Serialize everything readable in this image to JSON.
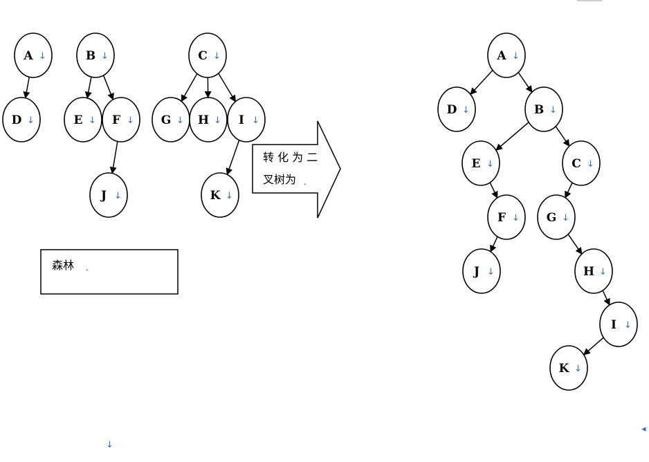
{
  "forest": {
    "nodes": [
      {
        "id": "A",
        "label": "A"
      },
      {
        "id": "D",
        "label": "D"
      },
      {
        "id": "B",
        "label": "B"
      },
      {
        "id": "E",
        "label": "E"
      },
      {
        "id": "F",
        "label": "F"
      },
      {
        "id": "J",
        "label": "J"
      },
      {
        "id": "C",
        "label": "C"
      },
      {
        "id": "G",
        "label": "G"
      },
      {
        "id": "H",
        "label": "H"
      },
      {
        "id": "I",
        "label": "I"
      },
      {
        "id": "K",
        "label": "K"
      }
    ],
    "edges": [
      [
        "A",
        "D"
      ],
      [
        "B",
        "E"
      ],
      [
        "B",
        "F"
      ],
      [
        "F",
        "J"
      ],
      [
        "C",
        "G"
      ],
      [
        "C",
        "H"
      ],
      [
        "C",
        "I"
      ],
      [
        "I",
        "K"
      ]
    ],
    "caption": "森林"
  },
  "arrow_label": {
    "line1": "转 化 为 二",
    "line2": "叉树为"
  },
  "binary_tree": {
    "nodes": [
      {
        "id": "A",
        "label": "A"
      },
      {
        "id": "D",
        "label": "D"
      },
      {
        "id": "B",
        "label": "B"
      },
      {
        "id": "E",
        "label": "E"
      },
      {
        "id": "C",
        "label": "C"
      },
      {
        "id": "F",
        "label": "F"
      },
      {
        "id": "G",
        "label": "G"
      },
      {
        "id": "J",
        "label": "J"
      },
      {
        "id": "H",
        "label": "H"
      },
      {
        "id": "I",
        "label": "I"
      },
      {
        "id": "K",
        "label": "K"
      }
    ],
    "edges": [
      [
        "A",
        "D"
      ],
      [
        "A",
        "B"
      ],
      [
        "B",
        "E"
      ],
      [
        "B",
        "C"
      ],
      [
        "E",
        "F"
      ],
      [
        "C",
        "G"
      ],
      [
        "F",
        "J"
      ],
      [
        "G",
        "H"
      ],
      [
        "H",
        "I"
      ],
      [
        "I",
        "K"
      ]
    ]
  },
  "marks": {
    "para": "↓",
    "corner": "˛"
  },
  "colors": {
    "para_mark": "#2f6fcf",
    "stroke": "#000000"
  }
}
